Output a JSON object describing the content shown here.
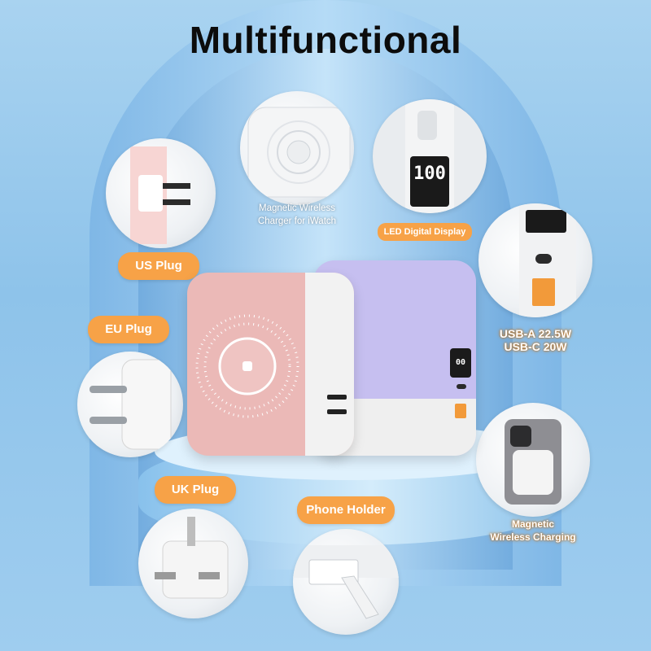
{
  "headline": "Multifunctional",
  "features": {
    "wireless_charger": "Magnetic Wireless\nCharger for iWatch",
    "led_display": "LED Digital Display",
    "us_plug": "US Plug",
    "eu_plug": "EU Plug",
    "usb_ports": "USB-A 22.5W\nUSB-C 20W",
    "uk_plug": "UK Plug",
    "phone_holder": "Phone Holder",
    "magnetic_charging": "Magnetic\nWireless Charging"
  },
  "display_readout": "100",
  "small_display_readout": "00",
  "colors": {
    "accent": "#f7a247",
    "pink_device": "#ebb9b7",
    "purple_device": "#c6bff0",
    "background": "#8ec3ea"
  }
}
